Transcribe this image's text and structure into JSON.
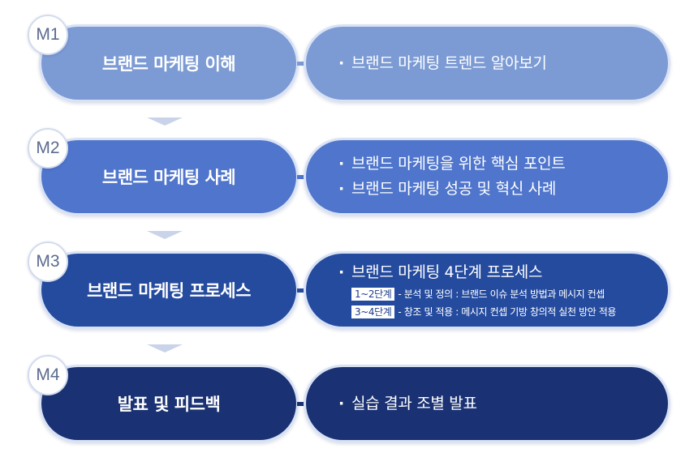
{
  "steps": [
    {
      "code": "M1",
      "title": "브랜드 마케팅 이해",
      "color": "#7c9bd4",
      "bullets": [
        "브랜드 마케팅 트렌드 알아보기"
      ]
    },
    {
      "code": "M2",
      "title": "브랜드 마케팅 사례",
      "color": "#4f75cc",
      "bullets": [
        "브랜드 마케팅을 위한 핵심 포인트",
        "브랜드 마케팅 성공 및 혁신 사례"
      ]
    },
    {
      "code": "M3",
      "title": "브랜드 마케팅 프로세스",
      "color": "#254b9f",
      "bullets": [
        "브랜드 마케팅 4단계 프로세스"
      ],
      "sub_items": [
        {
          "tag": "1~2단계",
          "text": "- 분석 및 정의 : 브랜드 이슈 분석 방법과 메시지 컨셉"
        },
        {
          "tag": "3~4단계",
          "text": "- 창조 및 적용 : 메시지 컨셉 기방 창의적 실천 방안 적용"
        }
      ]
    },
    {
      "code": "M4",
      "title": "발표 및 피드백",
      "color": "#1a3273",
      "bullets": [
        "실습 결과 조별 발표"
      ]
    }
  ],
  "bullet_mark": "·"
}
